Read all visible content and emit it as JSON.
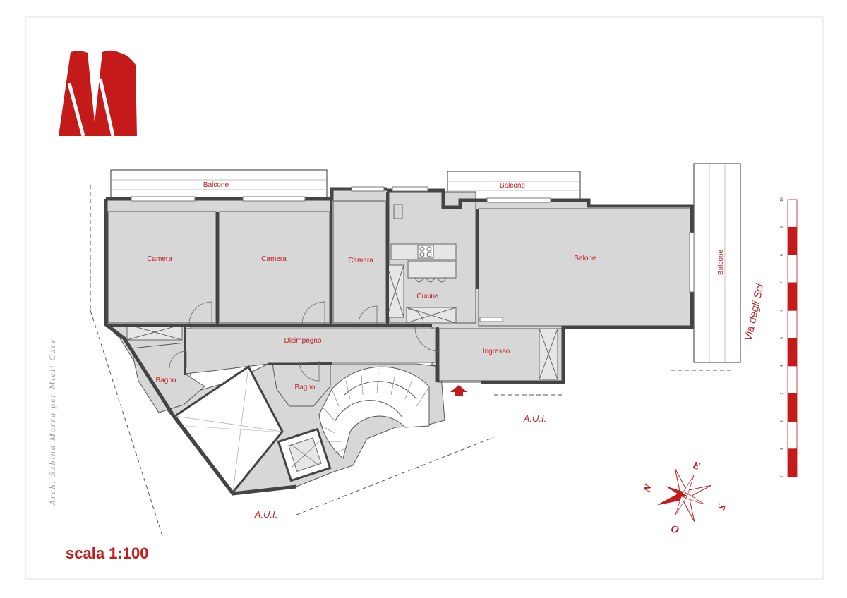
{
  "rooms": {
    "balcone_1": "Balcone",
    "balcone_2": "Balcone",
    "balcone_3": "Balcone",
    "camera_1": "Camera",
    "camera_2": "Camera",
    "camera_3": "Camera",
    "salone": "Salone",
    "cucina": "Cucina",
    "disimpegno": "Disimpegno",
    "ingresso": "Ingresso",
    "bagno_1": "Bagno",
    "bagno_2": "Bagno"
  },
  "areas": {
    "aui_1": "A.U.I.",
    "aui_2": "A.U.I."
  },
  "street": "Via degli Sci",
  "credit": "Arch. Sabina Morra per Mieli Case",
  "scale_title": "scala 1:100",
  "scale_bar": {
    "ticks": [
      "0",
      "1",
      "2",
      "3",
      "4",
      "5",
      "6",
      "7",
      "8",
      "9",
      "10"
    ]
  },
  "compass": {
    "north": "N",
    "east": "E",
    "south": "S",
    "west": "O"
  },
  "colors": {
    "accent": "#c41a1a",
    "floor": "#d7d7d7",
    "wall": "#444444"
  },
  "icons": {
    "logo": "logo-m-icon",
    "entrance": "entrance-arrow-icon",
    "compass": "compass-rose-icon"
  }
}
